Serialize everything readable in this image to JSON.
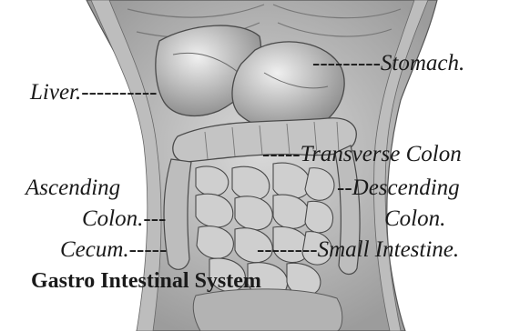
{
  "figure": {
    "title": "Gastro Intestinal System",
    "labels": {
      "stomach": "---------Stomach.",
      "liver": "Liver.----------",
      "transverse_colon": "-----Transverse Colon",
      "ascending": "Ascending",
      "colon_left": "Colon.---",
      "descending": "--Descending",
      "colon_right": "Colon.",
      "cecum": "Cecum.-----",
      "small_intestine": "--------Small Intestine."
    },
    "colors": {
      "ink": "#1a1a1a",
      "tissue_light": "#d6d6d6",
      "tissue_mid": "#a8a8a8",
      "tissue_dark": "#5a5a5a"
    }
  }
}
